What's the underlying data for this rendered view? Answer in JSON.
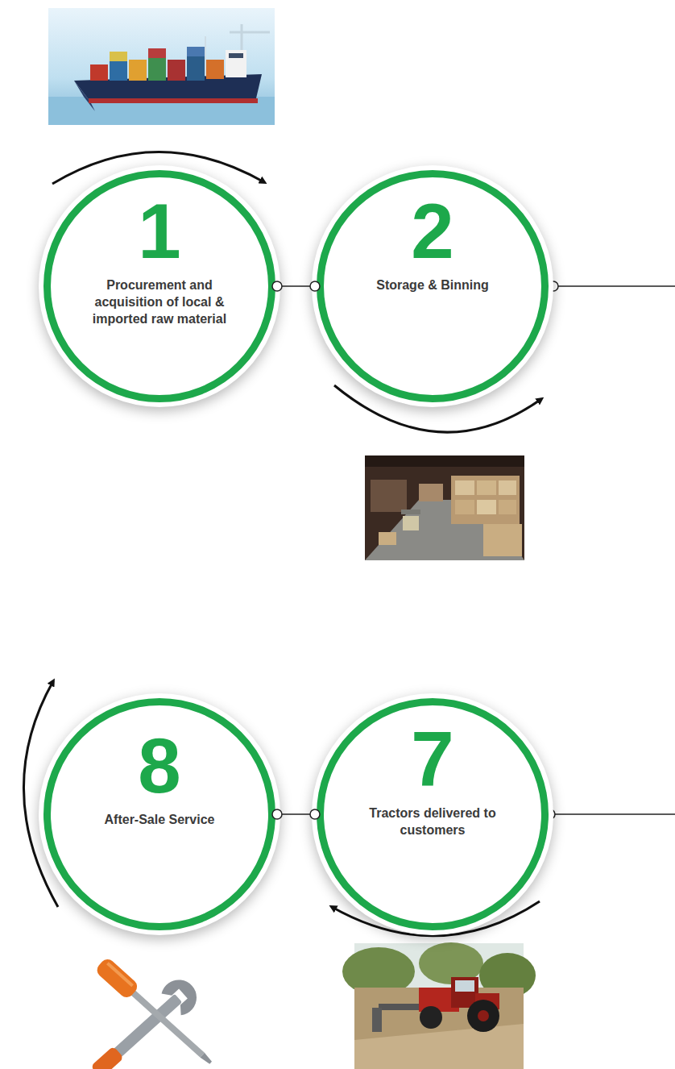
{
  "diagram": {
    "nodes": [
      {
        "text": [
          "1",
          "Procurement and acquisition of local & imported raw material"
        ]
      },
      {
        "text": [
          "2",
          "Storage & Binning"
        ]
      },
      {
        "text": [
          "8",
          "After-Sale Service"
        ]
      },
      {
        "text": [
          "7",
          "Tractors delivered to customers"
        ]
      }
    ],
    "edges": [
      {
        "from": 0,
        "to": 1,
        "arrow": "none"
      },
      {
        "from": 3,
        "to": 2,
        "arrow": "none"
      }
    ]
  }
}
